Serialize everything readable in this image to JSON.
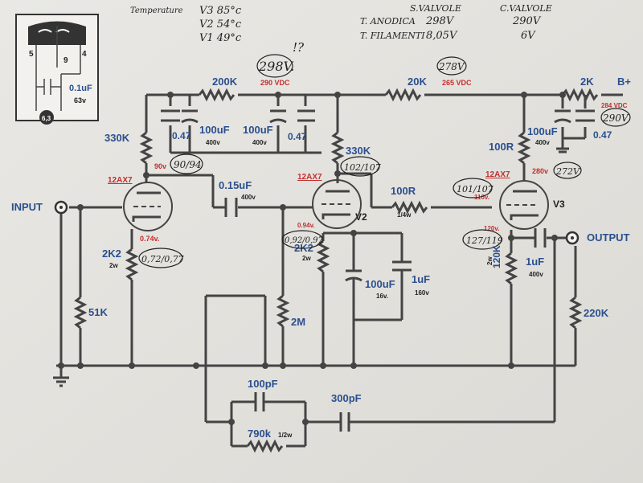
{
  "notes": {
    "temp_title": "Temperature",
    "temps": [
      "V3  85°c",
      "V2  54°c",
      "V1  49°c"
    ],
    "col1": "S.VALVOLE",
    "col2": "C.VALVOLE",
    "row1_label": "T. ANODICA",
    "row1_v1": "298V",
    "row1_v2": "290V",
    "row2_label": "T. FILAMENTI",
    "row2_v1": "8,05V",
    "row2_v2": "6V",
    "question": "!?"
  },
  "inset": {
    "pin5": "5",
    "pin9": "9",
    "pin4": "4",
    "label": "6,3",
    "cap": "0.1uF",
    "cap_v": "63v"
  },
  "labels": {
    "input": "INPUT",
    "output": "OUTPUT",
    "bplus": "B+",
    "r200k": "200K",
    "r20k": "20K",
    "r2k": "2K",
    "r330k_1": "330K",
    "r330k_2": "330K",
    "r100r_1": "100R",
    "r100r_1_sub": "1/4w",
    "r100r_2": "100R",
    "r2k2_1": "2K2",
    "r2k2_1_sub": "2w",
    "r2k2_2": "2K2",
    "r2k2_2_sub": "2w",
    "r51k": "51K",
    "r2m": "2M",
    "r120k": "120K",
    "r120k_sub": "2w",
    "r220k": "220K",
    "r790k": "790k",
    "r790k_sub": "1/2w",
    "c047_1": "0.47",
    "c100uf_1": "100uF",
    "c100uf_1_v": "400v",
    "c100uf_2": "100uF",
    "c100uf_2_v": "400v",
    "c047_2": "0.47",
    "c100uf_3": "100uF",
    "c100uf_3_v": "400v",
    "c047_3": "0.47",
    "c015": "0.15uF",
    "c015_v": "400v",
    "c100uf_4": "100uF",
    "c100uf_4_v": "16v.",
    "c1uf_1": "1uF",
    "c1uf_1_v": "160v",
    "c1uf_2": "1uF",
    "c1uf_2_v": "400v",
    "c100pf": "100pF",
    "c300pf": "300pF",
    "tube1": "12AX7",
    "tube2": "12AX7",
    "tube3": "12AX7",
    "v2": "V2",
    "v3": "V3"
  },
  "voltages": {
    "v290": "290 VDC",
    "v265": "265 VDC",
    "v284": "284 VDC",
    "v90": "90v",
    "v074": "0.74v.",
    "v110": "110v.",
    "v280": "280v",
    "v120": "120v.",
    "v094": "0.94v."
  },
  "handwritten": {
    "h298": "298V.",
    "h278": "278V",
    "h290": "290V",
    "h90": "90/94",
    "h072": "0,72/0,77",
    "h102": "102/107",
    "h092": "0,92/0,97",
    "h101": "101/107",
    "h272": "272V",
    "h127": "127/119"
  }
}
